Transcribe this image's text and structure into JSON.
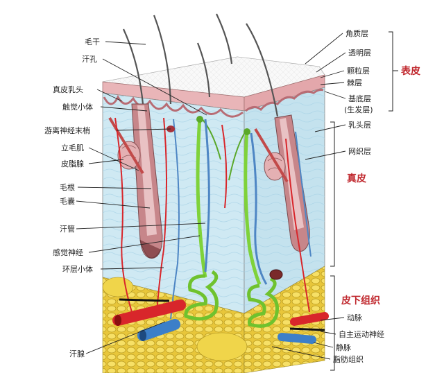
{
  "labels": {
    "left": [
      "毛干",
      "汗孔",
      "真皮乳头",
      "触觉小体",
      "游离神经末梢",
      "立毛肌",
      "皮脂腺",
      "毛根",
      "毛囊",
      "汗管",
      "感觉神经",
      "环层小体",
      "汗腺"
    ],
    "right": [
      "角质层",
      "透明层",
      "颗粒层",
      "棘层",
      "基底层",
      "(生发层)",
      "乳头层",
      "网织层",
      "动脉",
      "自主运动神经",
      "静脉",
      "脂肪组织"
    ]
  },
  "regions": {
    "epidermis": "表皮",
    "dermis": "真皮",
    "hypodermis": "皮下组织"
  },
  "colors": {
    "accent_red": "#c0272d",
    "dermis_blue": "#cfe9f3",
    "fat_yellow": "#f2d64b",
    "nerve_green": "#7fd23a",
    "artery": "#d8262b",
    "vein": "#3c7fc8"
  }
}
